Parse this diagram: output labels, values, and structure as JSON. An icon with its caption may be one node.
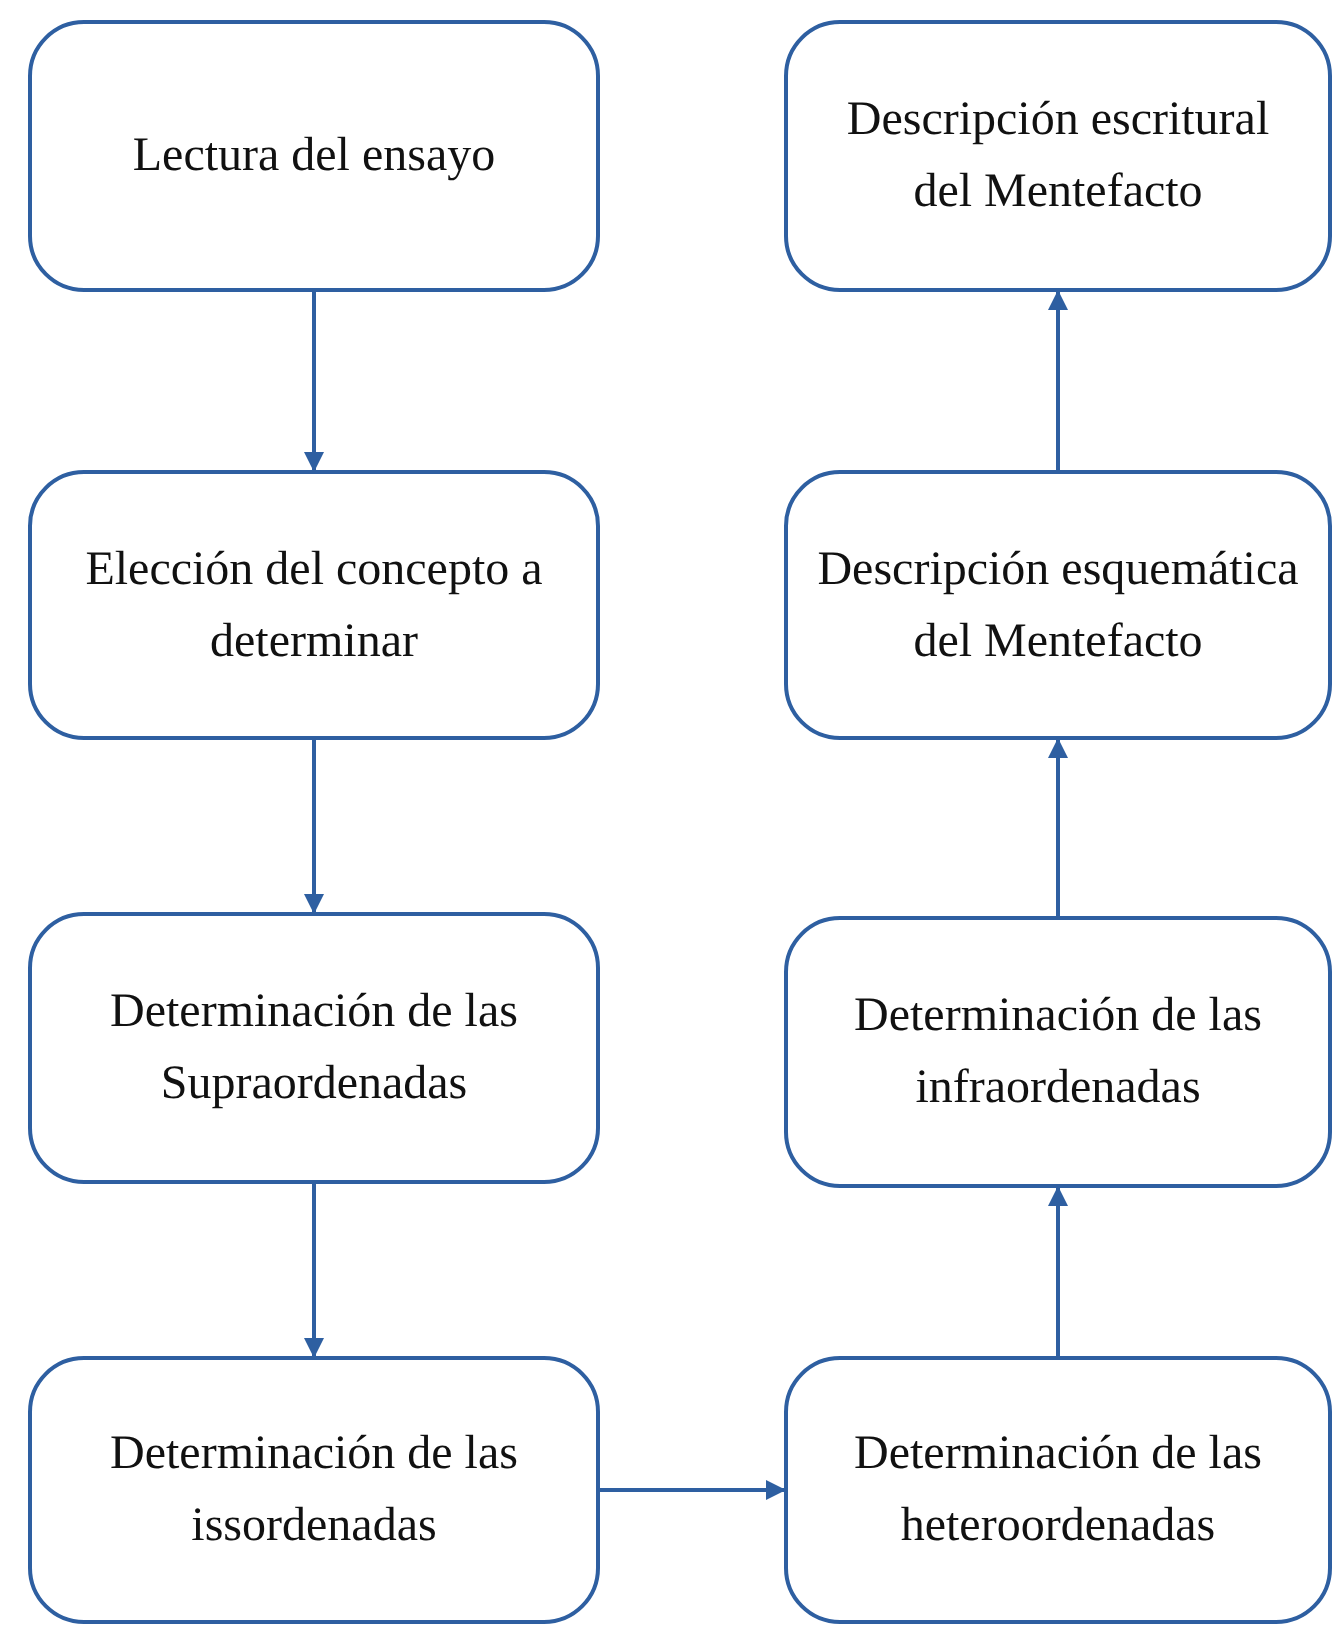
{
  "diagram": {
    "nodes": [
      {
        "text": [
          "Lectura del ensayo"
        ]
      },
      {
        "text": [
          "Elección del concepto a determinar"
        ]
      },
      {
        "text": [
          "Determinación de las Supraordenadas"
        ]
      },
      {
        "text": [
          "Determinación de las issordenadas"
        ]
      },
      {
        "text": [
          "Determinación de las heteroordenadas"
        ]
      },
      {
        "text": [
          "Determinación de las infraordenadas"
        ]
      },
      {
        "text": [
          "Descripción esquemática del Mentefacto"
        ]
      },
      {
        "text": [
          "Descripción escritural del Mentefacto"
        ]
      }
    ],
    "edges": [
      {
        "from": 0,
        "to": 1,
        "arrow": "to"
      },
      {
        "from": 1,
        "to": 2,
        "arrow": "to"
      },
      {
        "from": 2,
        "to": 3,
        "arrow": "to"
      },
      {
        "from": 3,
        "to": 4,
        "arrow": "to"
      },
      {
        "from": 4,
        "to": 5,
        "arrow": "to"
      },
      {
        "from": 5,
        "to": 6,
        "arrow": "to"
      },
      {
        "from": 6,
        "to": 7,
        "arrow": "to"
      }
    ]
  }
}
